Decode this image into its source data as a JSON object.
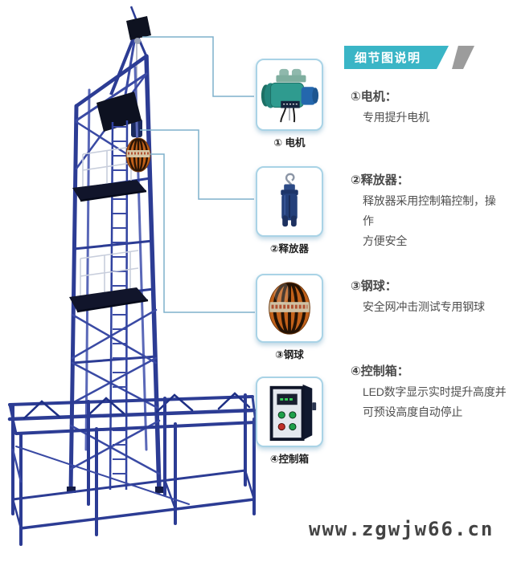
{
  "header": {
    "title": "细节图说明"
  },
  "details": [
    {
      "caption": "① 电机",
      "title": "①电机：",
      "lines": [
        "专用提升电机"
      ]
    },
    {
      "caption": "②释放器",
      "title": "②释放器：",
      "lines": [
        "释放器采用控制箱控制，操作",
        "方便安全"
      ]
    },
    {
      "caption": "③钢球",
      "title": "③钢球：",
      "lines": [
        "安全网冲击测试专用钢球"
      ]
    },
    {
      "caption": "④控制箱",
      "title": "④控制箱：",
      "lines": [
        "LED数字显示实时提升高度并",
        "可预设高度自动停止"
      ]
    }
  ],
  "watermark": "www.zgwjw66.cn",
  "colors": {
    "header_teal": "#3ab5c6",
    "header_gray": "#9c9c9c",
    "connector_blue": "#7fb0cb",
    "card_border": "#a9d3e6",
    "tower_blue": "#2c3c94",
    "ball_orange": "#c2611a",
    "text_gray": "#4f4f4f"
  }
}
